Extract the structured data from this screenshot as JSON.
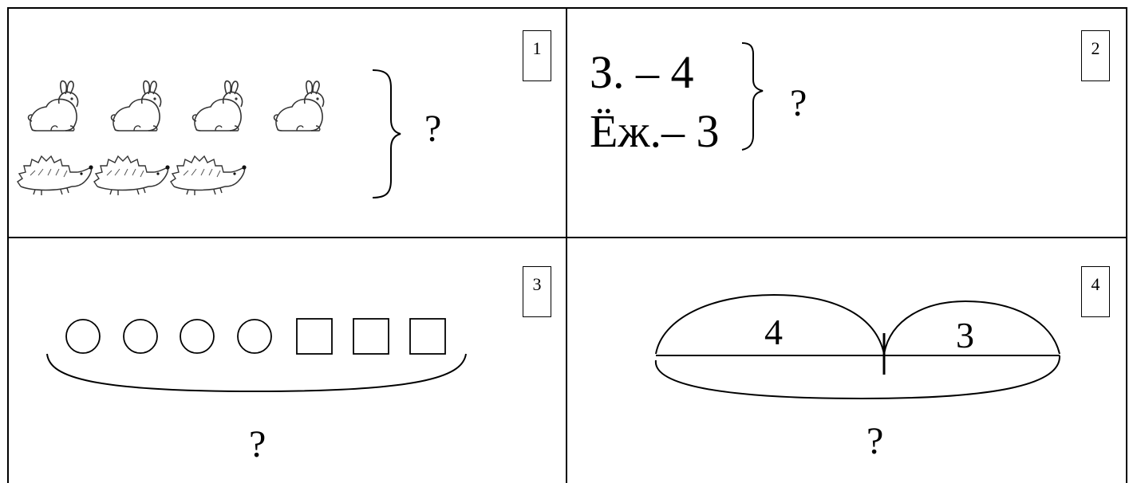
{
  "cells": [
    {
      "id": 1,
      "number": "1",
      "question": "?",
      "rabbit_count": 4,
      "hedgehog_count": 3
    },
    {
      "id": 2,
      "number": "2",
      "lines": [
        "З. – 4",
        "Ёж.– 3"
      ],
      "question": "?"
    },
    {
      "id": 3,
      "number": "3",
      "circle_count": 4,
      "square_count": 3,
      "question": "?"
    },
    {
      "id": 4,
      "number": "4",
      "left_value": "4",
      "right_value": "3",
      "question": "?"
    }
  ]
}
